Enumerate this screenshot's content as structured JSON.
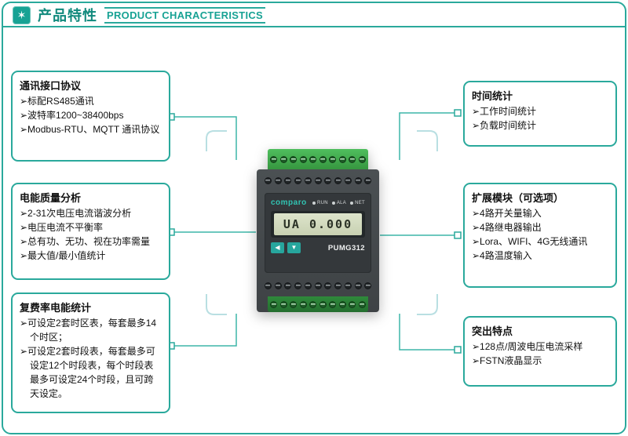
{
  "colors": {
    "accent": "#2aa99c",
    "title_teal": "#10897c",
    "connector": "#3db6a8",
    "bracket": "#b9dfe2",
    "device_green": "#3fae53",
    "lcd_bg": "#d3dcc0"
  },
  "header": {
    "star": "✶",
    "title_zh": "产品特性",
    "title_en": "PRODUCT CHARACTERISTICS"
  },
  "left_boxes": [
    {
      "title": "通讯接口协议",
      "items": [
        "➢标配RS485通讯",
        "➢波特率1200~38400bps",
        "➢Modbus-RTU、MQTT 通讯协议"
      ]
    },
    {
      "title": "电能质量分析",
      "items": [
        "➢2-31次电压电流谐波分析",
        "➢电压电流不平衡率",
        "➢总有功、无功、视在功率需量",
        "➢最大值/最小值统计"
      ]
    },
    {
      "title": "复费率电能统计",
      "items": [
        "➢可设定2套时区表，每套最多14个时区；",
        "➢可设定2套时段表，每套最多可设定12个时段表，每个时段表最多可设定24个时段，且可跨天设定。"
      ]
    }
  ],
  "right_boxes": [
    {
      "title": "时间统计",
      "items": [
        "➢工作时间统计",
        "➢负载时间统计"
      ]
    },
    {
      "title": "扩展模块（可选项）",
      "items": [
        "➢4路开关量输入",
        "➢4路继电器输出",
        "➢Lora、WIFI、4G无线通讯",
        "➢4路温度输入"
      ]
    },
    {
      "title": "突出特点",
      "items": [
        "➢128点/周波电压电流采样",
        "➢FSTN液晶显示"
      ]
    }
  ],
  "device": {
    "brand": "comparo",
    "indicators": [
      "RUN",
      "ALA",
      "NET"
    ],
    "lcd": "UA 0.000",
    "buttons": [
      "◀",
      "▼"
    ],
    "model": "PUMG312"
  }
}
